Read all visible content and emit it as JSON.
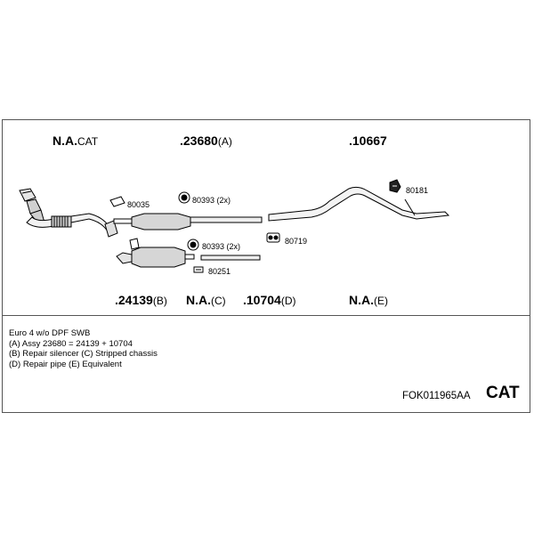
{
  "parts_top": [
    {
      "id": "n-a-cat",
      "num": "N.A.",
      "suffix": "CAT"
    },
    {
      "id": "23680",
      "num": ".23680",
      "suffix": "(A)"
    },
    {
      "id": "10667",
      "num": ".10667",
      "suffix": ""
    }
  ],
  "parts_bottom": [
    {
      "id": "24139",
      "num": ".24139",
      "suffix": "(B)"
    },
    {
      "id": "n-a-c",
      "num": "N.A.",
      "suffix": "(C)"
    },
    {
      "id": "10704",
      "num": ".10704",
      "suffix": "(D)"
    },
    {
      "id": "n-a-e",
      "num": "N.A.",
      "suffix": "(E)"
    }
  ],
  "small_labels": {
    "gasket": "80035",
    "clamp_top": "80393 (2x)",
    "hanger_right": "80181",
    "clamp_mid": "80393 (2x)",
    "rubber": "80719",
    "pipe_small": "80251"
  },
  "notes": [
    "Euro 4   w/o DPF   SWB",
    "(A) Assy 23680 = 24139 + 10704",
    "(B) Repair silencer (C) Stripped chassis",
    "(D) Repair pipe (E) Equivalent"
  ],
  "kit_code": "FOK011965AA",
  "category": "CAT"
}
